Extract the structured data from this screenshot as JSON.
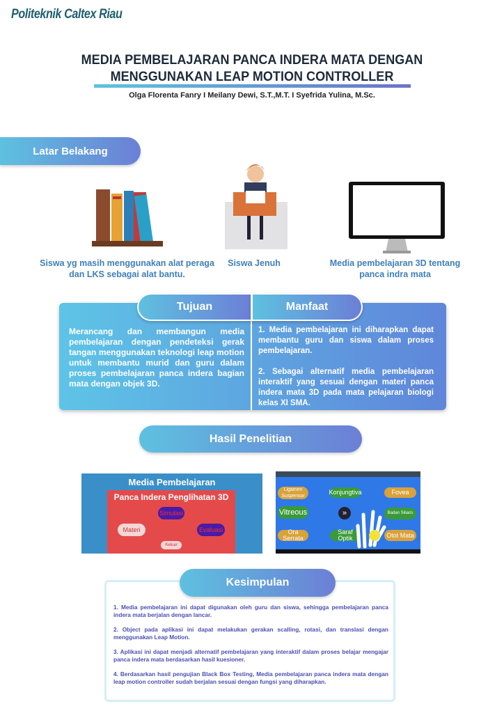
{
  "header": {
    "logo": "Politeknik Caltex Riau",
    "title_line1": "MEDIA PEMBELAJARAN PANCA INDERA MATA DENGAN",
    "title_line2": "MENGGUNAKAN LEAP MOTION CONTROLLER",
    "authors": "Olga Florenta Fanry I Meilany Dewi, S.T.,M.T. I Syefrida Yulina, M.Sc."
  },
  "latar": {
    "heading": "Latar Belakang",
    "items": [
      {
        "caption": "Siswa yg masih menggunakan alat peraga dan LKS sebagai alat bantu.",
        "icon": "books-icon"
      },
      {
        "caption": "Siswa Jenuh",
        "icon": "bored-student-icon"
      },
      {
        "caption": "Media pembelajaran 3D tentang panca indra mata",
        "icon": "monitor-icon"
      }
    ]
  },
  "tujuan": {
    "heading": "Tujuan",
    "text": "Merancang dan membangun media pembelajaran dengan pendeteksi gerak tangan menggunakan teknologi leap motion untuk membantu murid dan guru dalam proses pembelajaran panca indera bagian mata dengan objek 3D."
  },
  "manfaat": {
    "heading": "Manfaat",
    "items": [
      "1. Media pembelajaran ini diharapkan dapat membantu guru dan siswa dalam proses pembelajaran.",
      "2. Sebagai alternatif media pembelajaran interaktif yang sesuai dengan materi panca indera mata 3D pada mata pelajaran biologi kelas XI SMA."
    ]
  },
  "hasil": {
    "heading": "Hasil Penelitian",
    "screen1": {
      "title1": "Media Pembelajaran",
      "title2": "Panca Indera Penglihatan 3D",
      "simulasi": "Simulasi",
      "materi": "Materi",
      "evaluasi": "Evaluasi",
      "keluar": "Keluar"
    },
    "screen2": {
      "buttons": [
        "Ligamen Suspensor",
        "Konjungtiva",
        "Fovea",
        "Vitreous",
        "Badan Siliaris",
        "Ora Serrata",
        "Saraf Optik",
        "Otot Mata"
      ]
    }
  },
  "kesimpulan": {
    "heading": "Kesimpulan",
    "items": [
      "1.   Media pembelajaran ini dapat digunakan oleh guru dan siswa, sehingga pembelajaran panca indera mata berjalan dengan lancar.",
      "2.   Object pada aplikasi ini dapat melakukan gerakan scalling, rotasi, dan translasi dengan menggunakan Leap Motion.",
      "3.   Aplikasi ini dapat menjadi alternatif pembelajaran yang interaktif dalam proses belajar mengajar panca indera mata berdasarkan hasil kuesioner.",
      "4.   Berdasarkan hasil pengujian Black Box Testing, Media pembelajaran panca indera mata dengan leap motion controller sudah berjalan sesuai dengan fungsi yang diharapkan."
    ]
  }
}
